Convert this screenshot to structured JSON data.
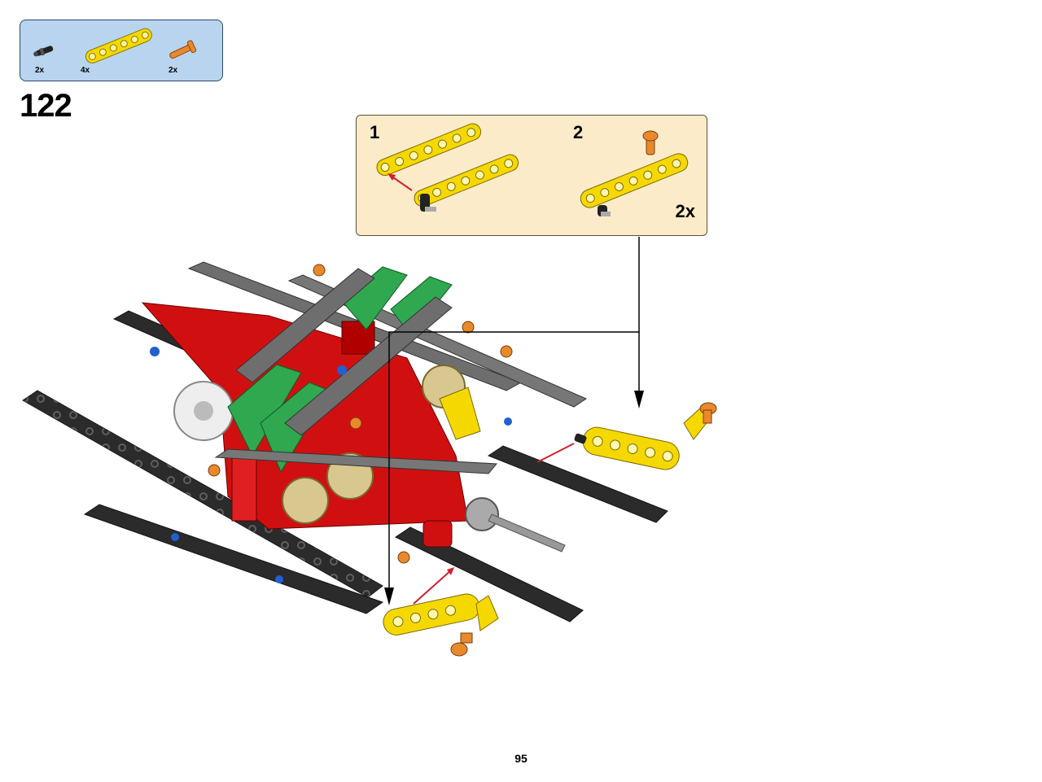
{
  "parts_list": [
    {
      "icon": "black-axle-pin-icon",
      "count": "2x"
    },
    {
      "icon": "yellow-liftarm-icon",
      "count": "4x"
    },
    {
      "icon": "orange-pin-icon",
      "count": "2x"
    }
  ],
  "step": {
    "number": "122"
  },
  "sub_assembly": {
    "steps": [
      {
        "number": "1"
      },
      {
        "number": "2"
      }
    ],
    "multiplier": "2x"
  },
  "page": {
    "number": "95"
  },
  "colors": {
    "parts_box_bg": "#b8d4ee",
    "sub_box_bg": "#fcebc9",
    "liftarm_yellow": "#f5d800",
    "frame_red": "#d01010",
    "beam_green": "#2fa84f",
    "beam_gray": "#6e6e6e",
    "beam_black": "#2b2b2b",
    "pin_orange": "#e8892a",
    "arrow_red": "#d02030"
  }
}
